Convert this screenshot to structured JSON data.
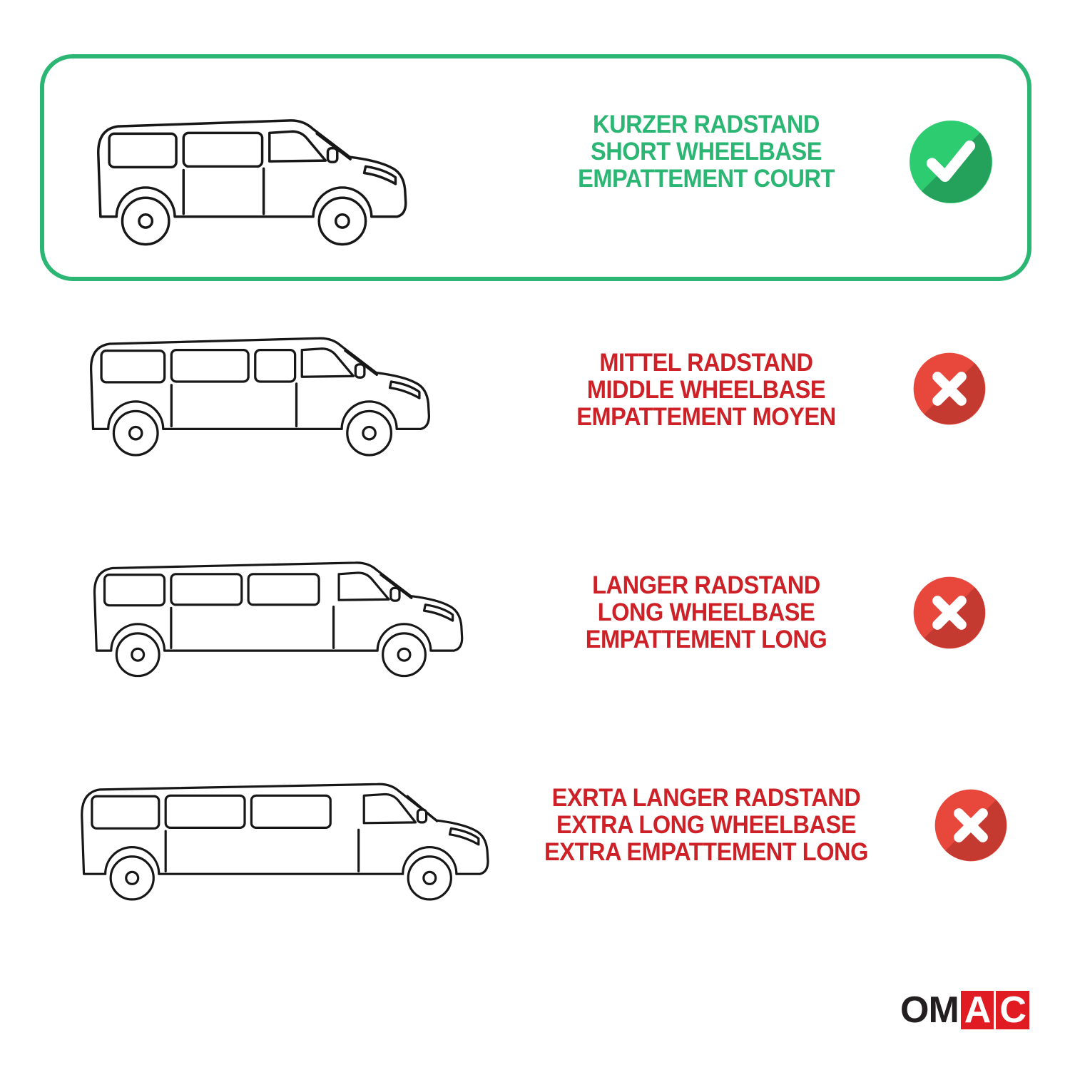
{
  "rows": [
    {
      "id": "short-wheelbase",
      "status": "yes",
      "lines": [
        "KURZER RADSTAND",
        "SHORT WHEELBASE",
        "EMPATTEMENT COURT"
      ]
    },
    {
      "id": "middle-wheelbase",
      "status": "no",
      "lines": [
        "MITTEL RADSTAND",
        "MIDDLE WHEELBASE",
        "EMPATTEMENT MOYEN"
      ]
    },
    {
      "id": "long-wheelbase",
      "status": "no",
      "lines": [
        "LANGER RADSTAND",
        "LONG WHEELBASE",
        "EMPATTEMENT LONG"
      ]
    },
    {
      "id": "extra-long-wheelbase",
      "status": "no",
      "lines": [
        "EXRTA LANGER RADSTAND",
        "EXTRA LONG WHEELBASE",
        "EXTRA EMPATTEMENT LONG"
      ]
    }
  ],
  "icons": {
    "check": "check-icon",
    "cross": "cross-icon"
  },
  "logo": {
    "black_part": "OM",
    "red_letters": [
      "A",
      "C"
    ]
  },
  "colors": {
    "green": "#2bb673",
    "green-circle": "#2ecc71",
    "green-dark": "#24a25c",
    "red": "#cd2127",
    "red-circle": "#e8473c",
    "red-dark": "#c43a30",
    "logo-red": "#e11b22",
    "ink": "#231f20"
  }
}
